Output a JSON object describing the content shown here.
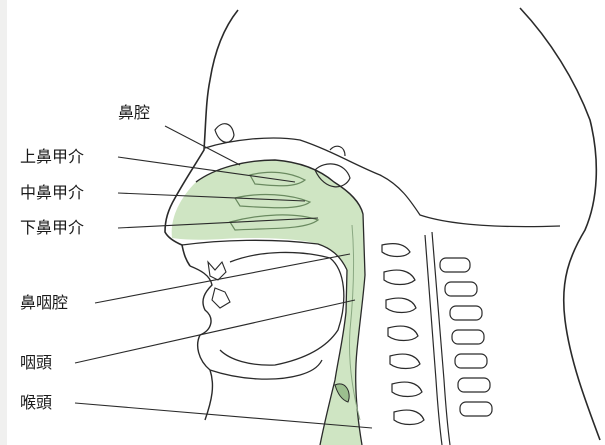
{
  "labels": {
    "nasal_cavity": "鼻腔",
    "superior_turbinate": "上鼻甲介",
    "middle_turbinate": "中鼻甲介",
    "inferior_turbinate": "下鼻甲介",
    "nasopharynx": "鼻咽腔",
    "pharynx": "咽頭",
    "larynx": "喉頭"
  },
  "colors": {
    "airway_fill": "#cfe5c3",
    "outline": "#2a2a2a",
    "background": "#ffffff",
    "border": "#f0f0ef"
  }
}
